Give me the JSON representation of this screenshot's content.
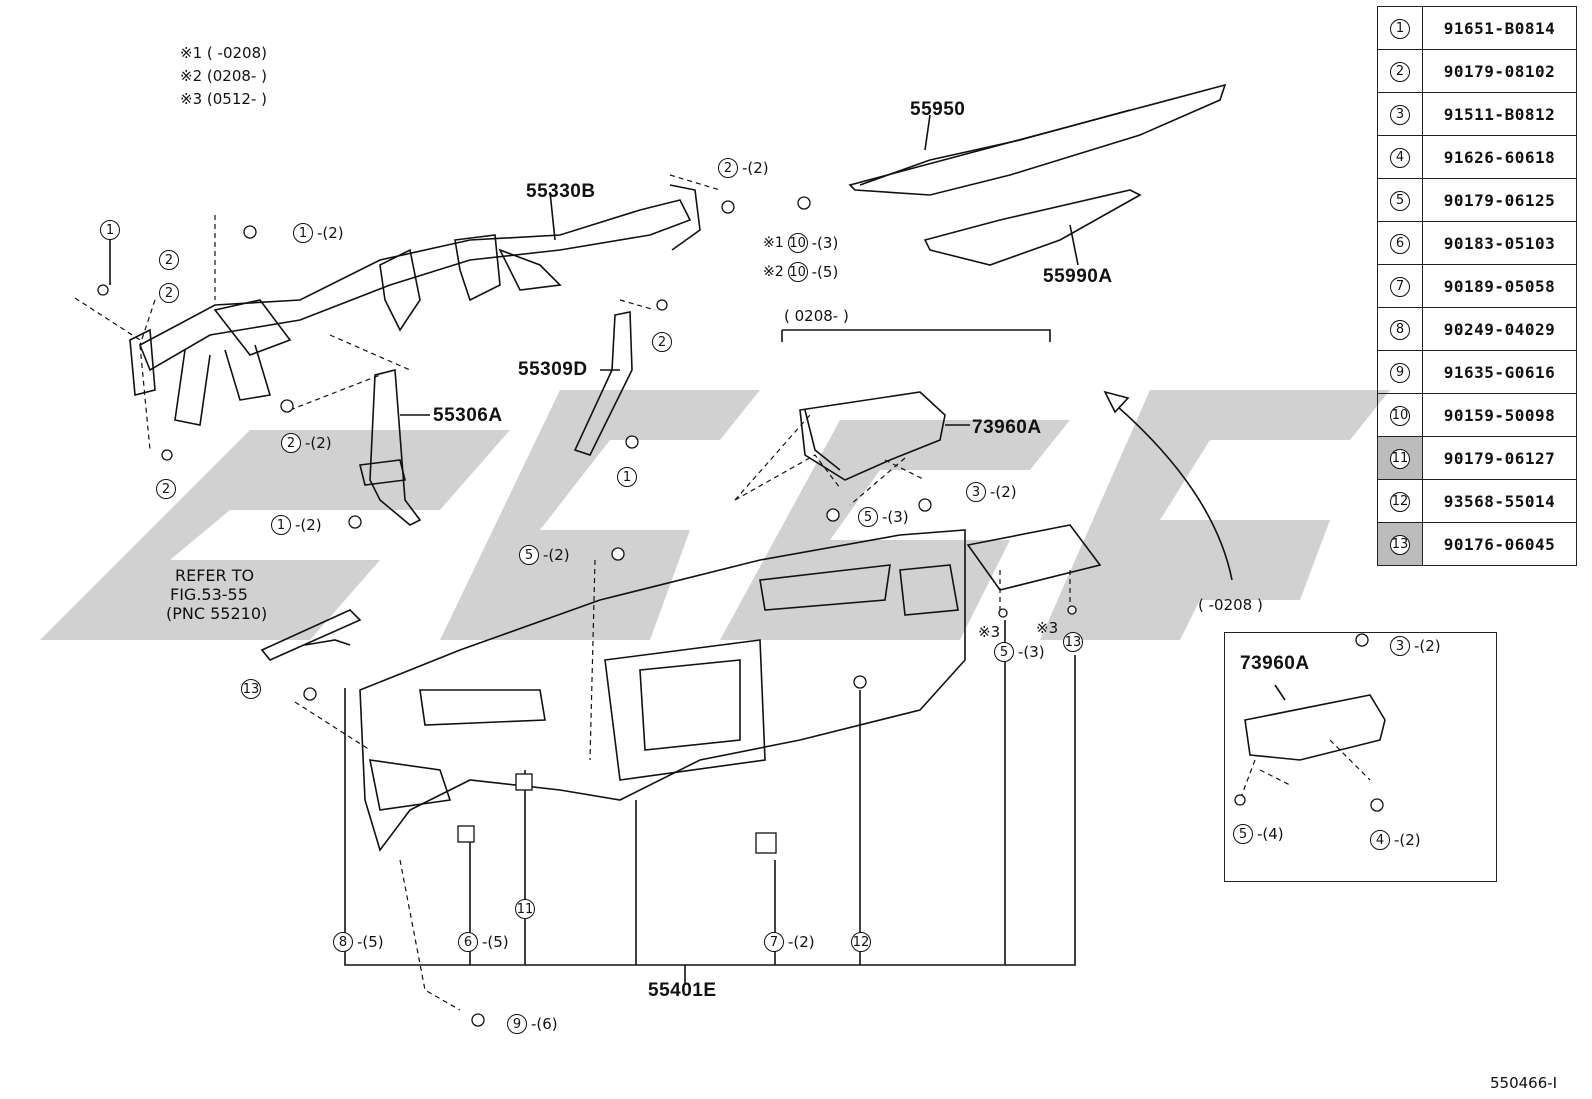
{
  "notes": [
    {
      "mark": "※1",
      "range": "(      -0208)"
    },
    {
      "mark": "※2",
      "range": "(0208-      )"
    },
    {
      "mark": "※3",
      "range": "(0512-      )"
    }
  ],
  "part_labels": {
    "p55950": "55950",
    "p55330B": "55330B",
    "p55990A": "55990A",
    "p55309D": "55309D",
    "p55306A": "55306A",
    "p73960A": "73960A",
    "p73960A_inset": "73960A",
    "p55401E": "55401E"
  },
  "range_labels": {
    "main_airbag": "( 0208-          )",
    "inset": "(        -0208 )"
  },
  "refer": {
    "line1": "REFER TO",
    "line2": "FIG.53-55",
    "line3": "(PNC 55210)"
  },
  "callouts": [
    {
      "num": "1",
      "qty": "-(2)"
    },
    {
      "num": "2",
      "qty": "-(2)"
    },
    {
      "num": "1",
      "qty": ""
    },
    {
      "num": "2",
      "qty": ""
    },
    {
      "num": "2",
      "qty": ""
    },
    {
      "num": "2",
      "qty": ""
    },
    {
      "num": "2",
      "qty": "-(2)"
    },
    {
      "num": "2",
      "qty": ""
    },
    {
      "num": "1",
      "qty": "-(2)"
    },
    {
      "num": "1",
      "qty": ""
    },
    {
      "num": "10",
      "qty": "-(3)",
      "prefix": "※1"
    },
    {
      "num": "10",
      "qty": "-(5)",
      "prefix": "※2"
    },
    {
      "num": "3",
      "qty": "-(2)"
    },
    {
      "num": "5",
      "qty": "-(3)"
    },
    {
      "num": "5",
      "qty": "-(2)"
    },
    {
      "num": "13",
      "qty": ""
    },
    {
      "num": "5",
      "qty": "-(3)"
    },
    {
      "num": "13",
      "qty": ""
    },
    {
      "num": "11",
      "qty": ""
    },
    {
      "num": "12",
      "qty": ""
    },
    {
      "num": "8",
      "qty": "-(5)"
    },
    {
      "num": "6",
      "qty": "-(5)"
    },
    {
      "num": "7",
      "qty": "-(2)"
    },
    {
      "num": "9",
      "qty": "-(6)"
    },
    {
      "num": "3",
      "qty": "-(2)"
    },
    {
      "num": "5",
      "qty": "-(4)"
    },
    {
      "num": "4",
      "qty": "-(2)"
    }
  ],
  "marks": {
    "m3a": "※3",
    "m3b": "※3"
  },
  "parts_table": [
    {
      "num": "1",
      "pn": "91651-B0814",
      "shaded": false
    },
    {
      "num": "2",
      "pn": "90179-08102",
      "shaded": false
    },
    {
      "num": "3",
      "pn": "91511-B0812",
      "shaded": false
    },
    {
      "num": "4",
      "pn": "91626-60618",
      "shaded": false
    },
    {
      "num": "5",
      "pn": "90179-06125",
      "shaded": false
    },
    {
      "num": "6",
      "pn": "90183-05103",
      "shaded": false
    },
    {
      "num": "7",
      "pn": "90189-05058",
      "shaded": false
    },
    {
      "num": "8",
      "pn": "90249-04029",
      "shaded": false
    },
    {
      "num": "9",
      "pn": "91635-G0616",
      "shaded": false
    },
    {
      "num": "10",
      "pn": "90159-50098",
      "shaded": false
    },
    {
      "num": "11",
      "pn": "90179-06127",
      "shaded": true
    },
    {
      "num": "12",
      "pn": "93568-55014",
      "shaded": false
    },
    {
      "num": "13",
      "pn": "90176-06045",
      "shaded": true
    }
  ],
  "figure_id": "550466-I",
  "colors": {
    "line": "#111111",
    "watermark": "#c8c8c8",
    "shade": "#bcbcbc"
  }
}
